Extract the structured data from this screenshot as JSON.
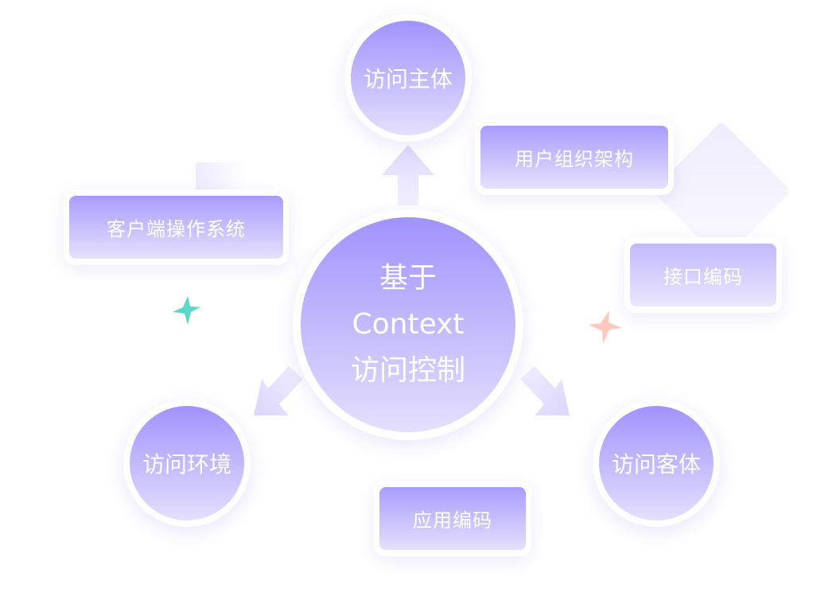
{
  "center": {
    "line1": "基于",
    "line2": "Context",
    "line3": "访问控制"
  },
  "nodes": {
    "subject": "访问主体",
    "environment": "访问环境",
    "object": "访问客体"
  },
  "boxes": {
    "org": "用户组织架构",
    "client_os": "客户端操作系统",
    "api_code": "接口编码",
    "app_code": "应用编码"
  },
  "colors": {
    "gradient_top": "#9f93fd",
    "gradient_bottom": "#e5e0fc",
    "star_teal": "#5ad8c8",
    "star_pink": "#ffc4b8"
  }
}
